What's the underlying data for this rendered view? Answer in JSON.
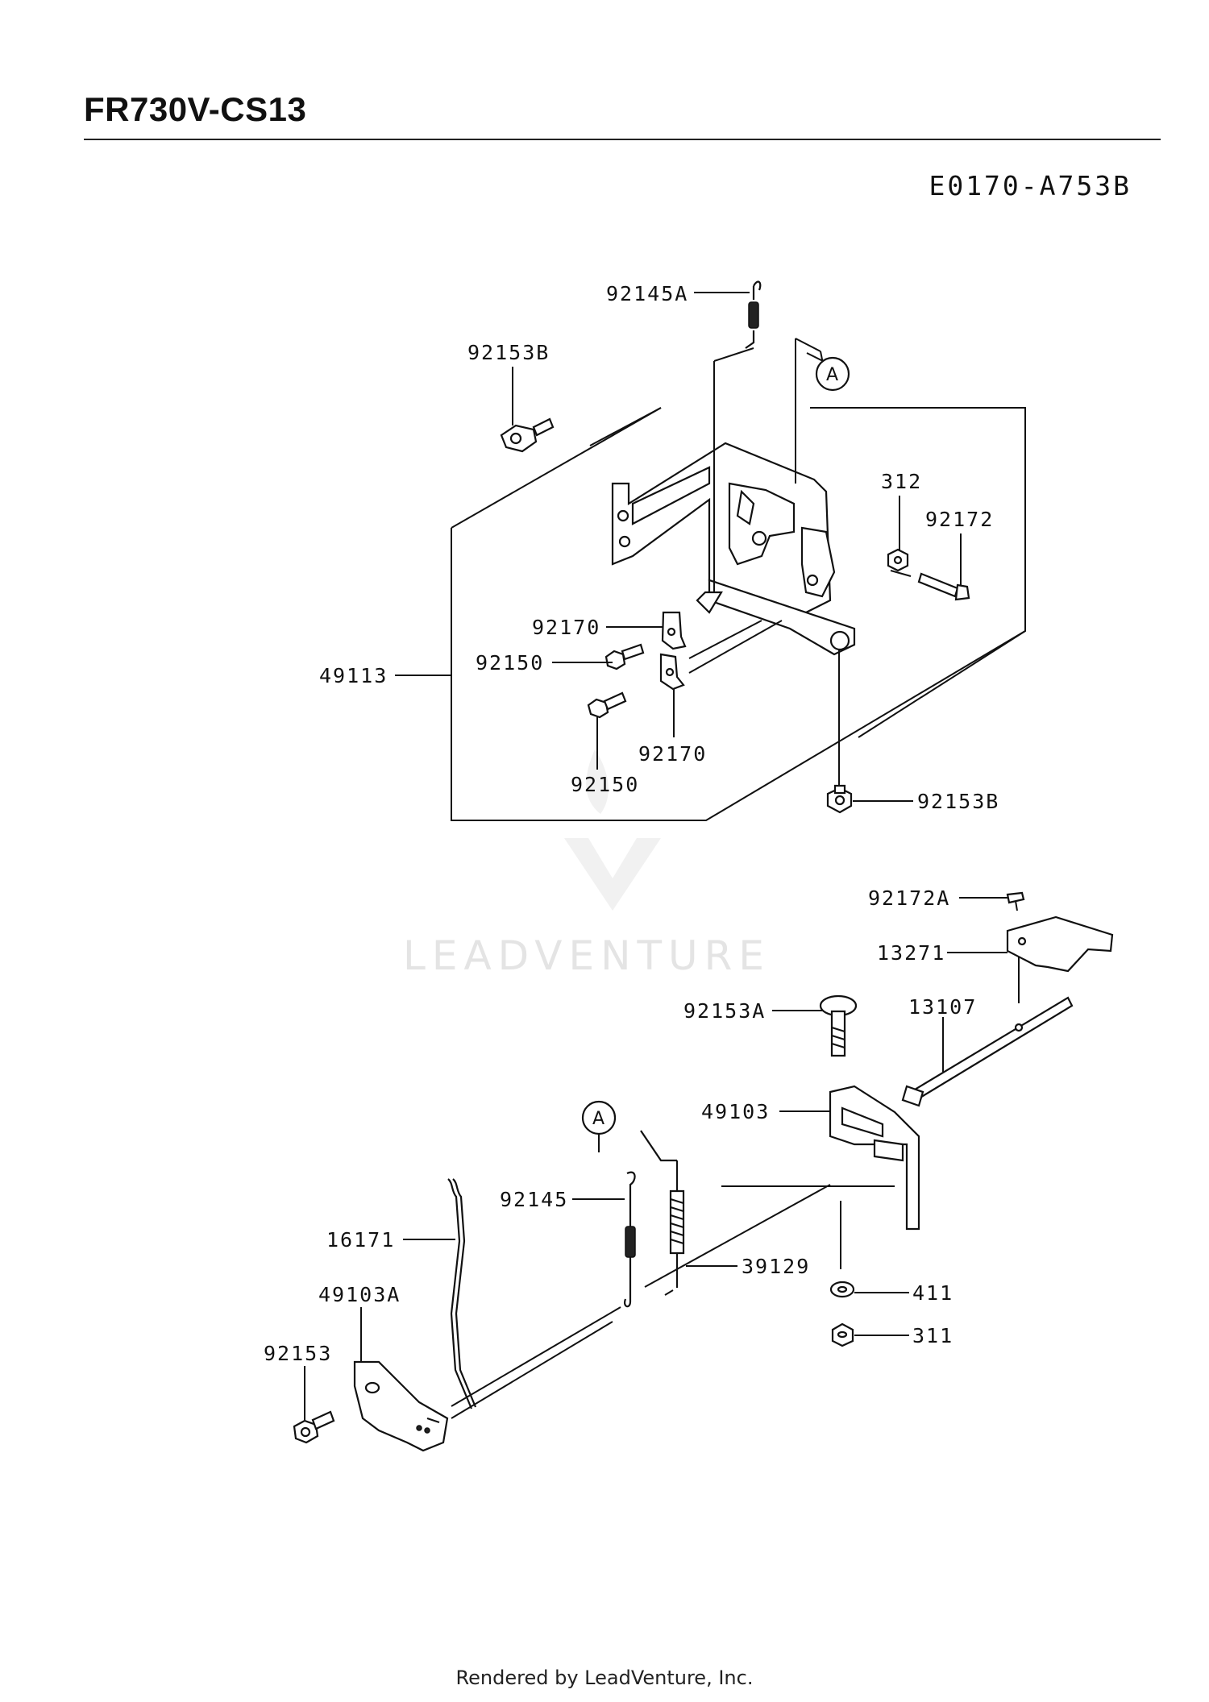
{
  "header": {
    "model_title": "FR730V-CS13",
    "diagram_code": "E0170-A753B"
  },
  "watermark": {
    "text": "LEADVENTURE"
  },
  "callouts": {
    "ref_a": "A",
    "part_92145A": "92145A",
    "part_92153B_top": "92153B",
    "part_312": "312",
    "part_92172": "92172",
    "part_92170_a": "92170",
    "part_92150_a": "92150",
    "part_49113": "49113",
    "part_92170_b": "92170",
    "part_92150_b": "92150",
    "part_92153B_bottom": "92153B",
    "part_92172A": "92172A",
    "part_13271": "13271",
    "part_92153A": "92153A",
    "part_13107": "13107",
    "part_49103": "49103",
    "part_92145": "92145",
    "part_16171": "16171",
    "part_39129": "39129",
    "part_49103A": "49103A",
    "part_92153": "92153",
    "part_411": "411",
    "part_311": "311"
  },
  "footer": {
    "text": "Rendered by LeadVenture, Inc."
  }
}
